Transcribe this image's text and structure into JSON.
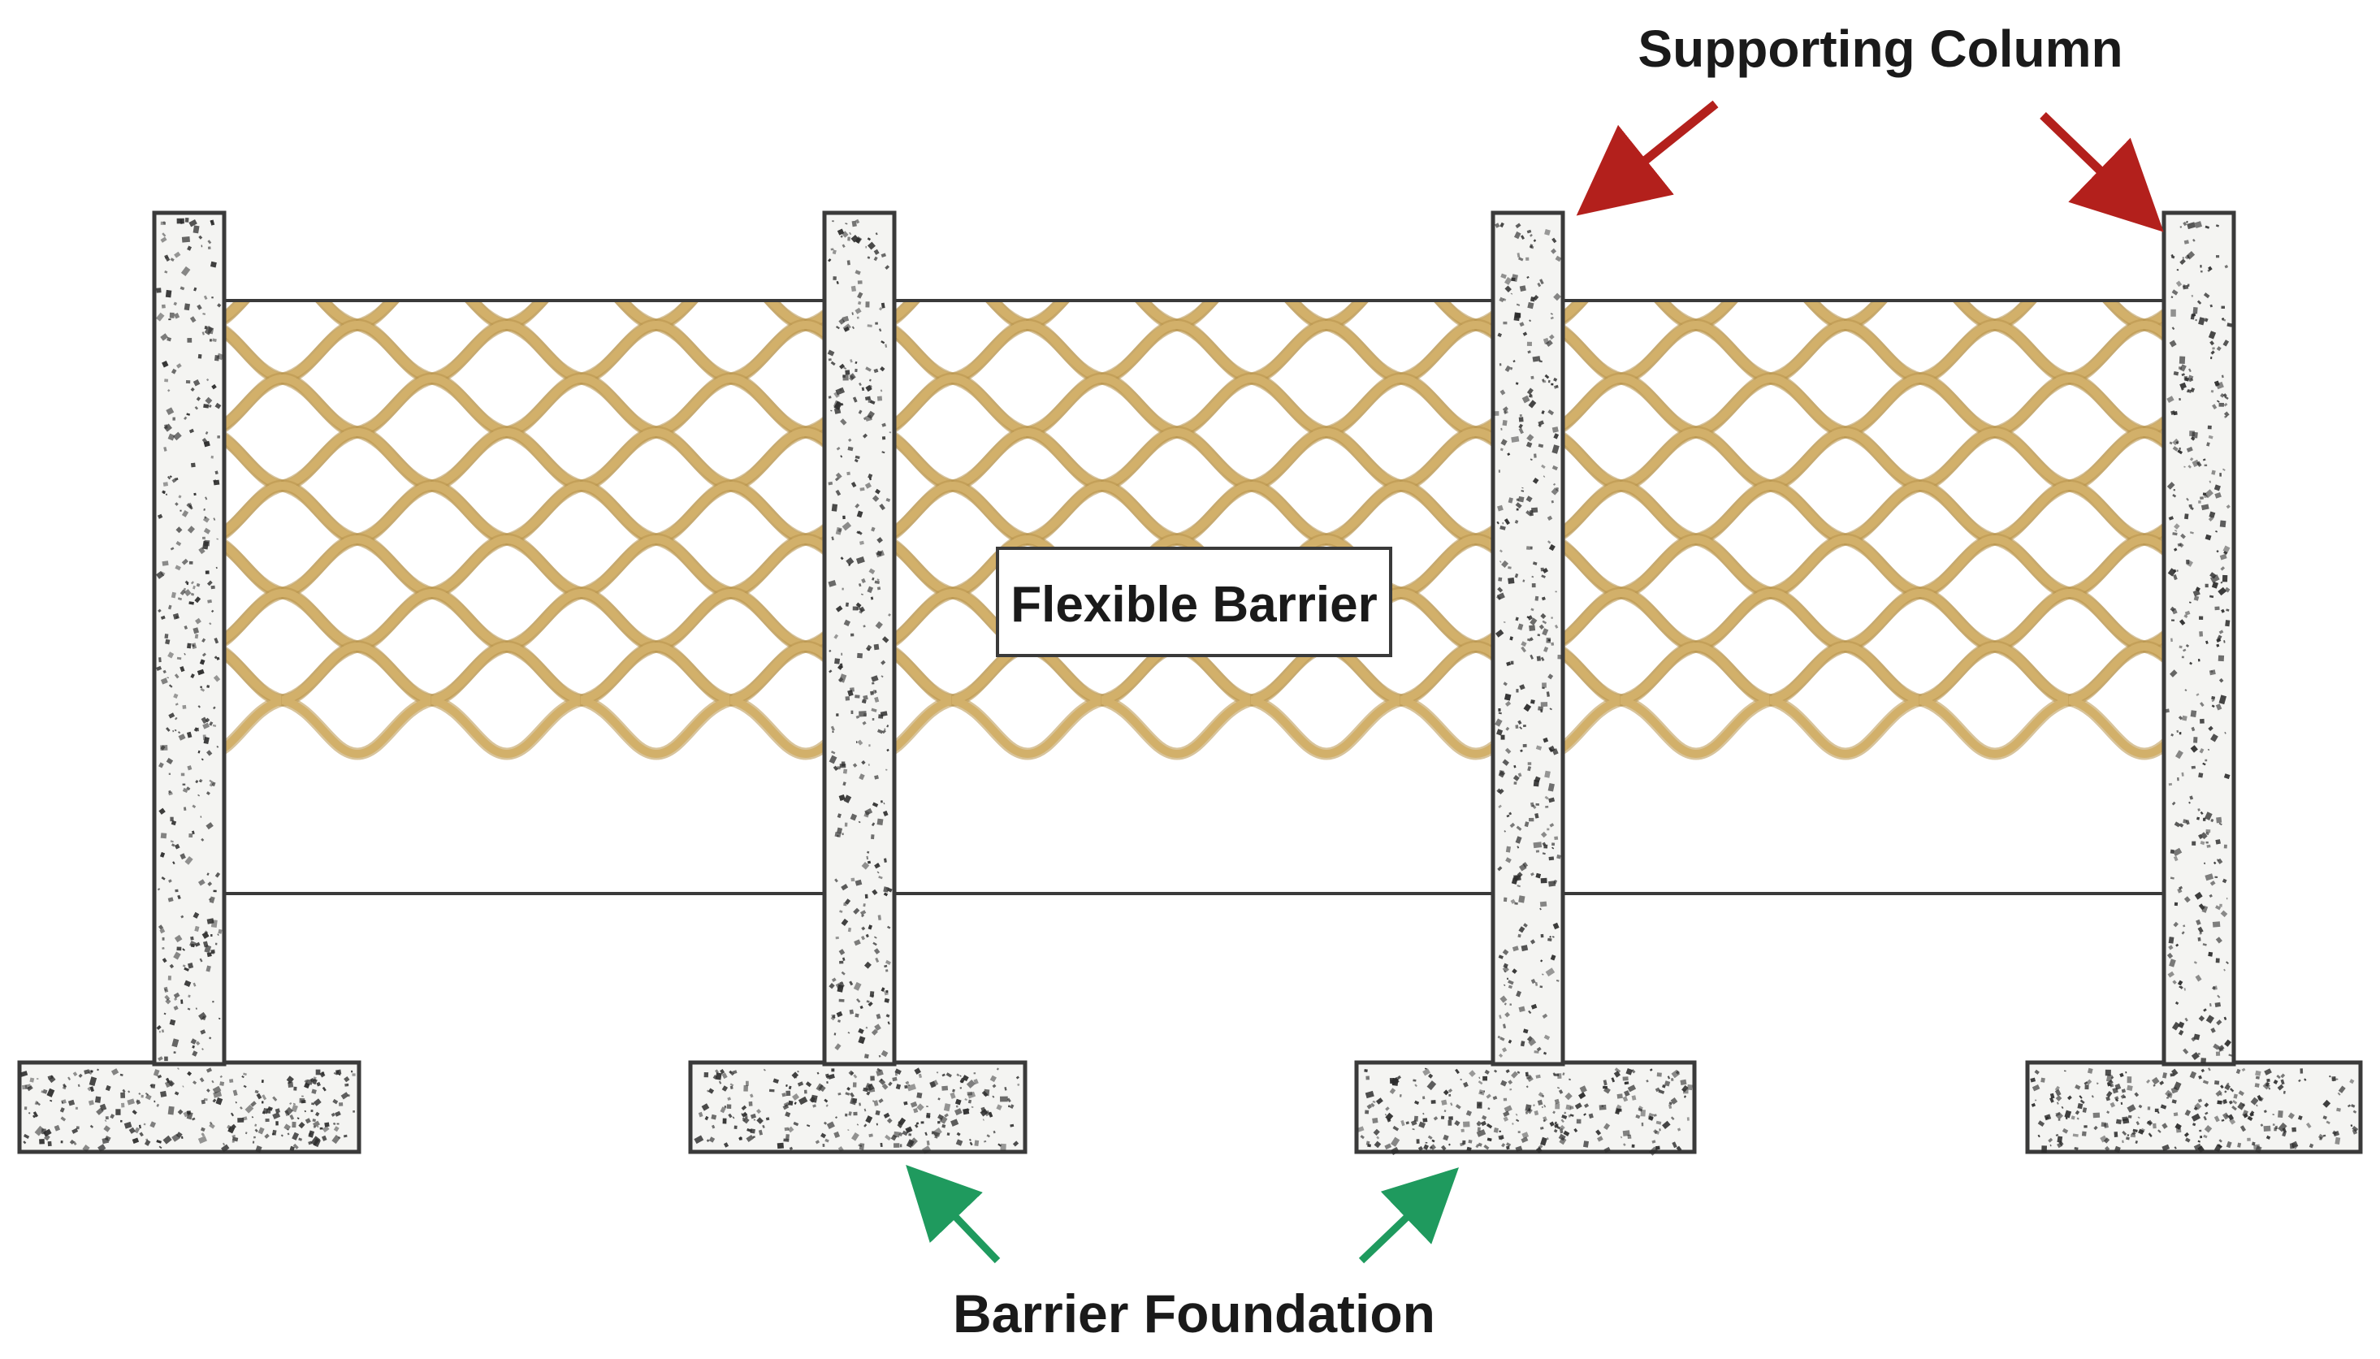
{
  "labels": {
    "supporting_column": "Supporting Column",
    "flexible_barrier": "Flexible Barrier",
    "barrier_foundation": "Barrier Foundation"
  },
  "colors": {
    "mesh": "#d2b06a",
    "mesh_dark": "#b8944a",
    "concrete": "#f4f4f2",
    "outline": "#3a3a3a",
    "speckle": "#2b2b2b",
    "column_arrow": "#b3201c",
    "foundation_arrow": "#1f9a5e"
  },
  "structure": {
    "columns": 4,
    "foundations": 4,
    "mesh_panels": 3
  }
}
